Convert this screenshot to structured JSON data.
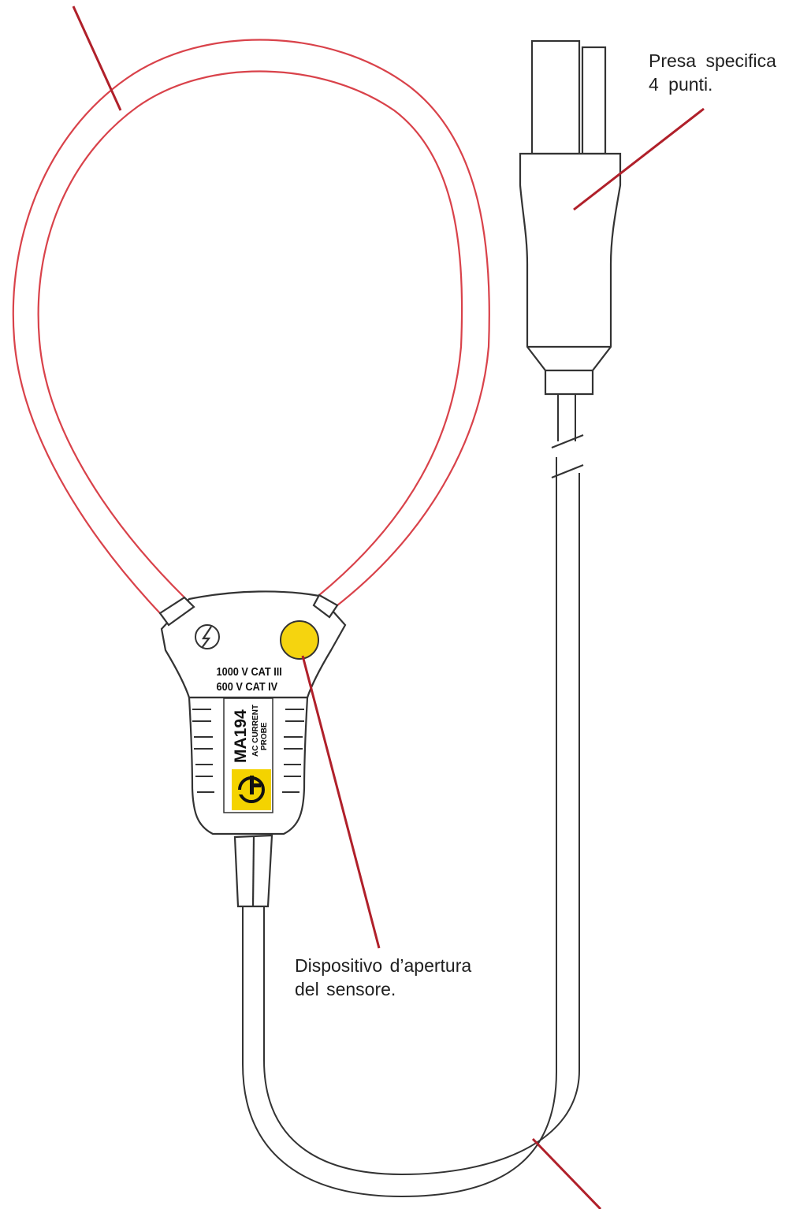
{
  "callouts": {
    "plug": {
      "line1": "Presa  specifica",
      "line2": "4 punti."
    },
    "opening_device": {
      "line1": "Dispositivo  d’apertura",
      "line2": "del sensore."
    }
  },
  "probe_label": {
    "rating_1": "1000 V CAT III",
    "rating_2": "600 V CAT IV",
    "model": "MA194",
    "desc_1": "AC CURRENT",
    "desc_2": "PROBE"
  },
  "icons": {
    "hazard": "lightning-bolt-icon",
    "brand": "chauvin-arnoux-logo",
    "opening_button": "yellow-button"
  },
  "colors": {
    "outline": "#333333",
    "loop": "#d9424a",
    "leader": "#b0202a",
    "button": "#f5d40f",
    "brand_badge": "#f4d300"
  }
}
